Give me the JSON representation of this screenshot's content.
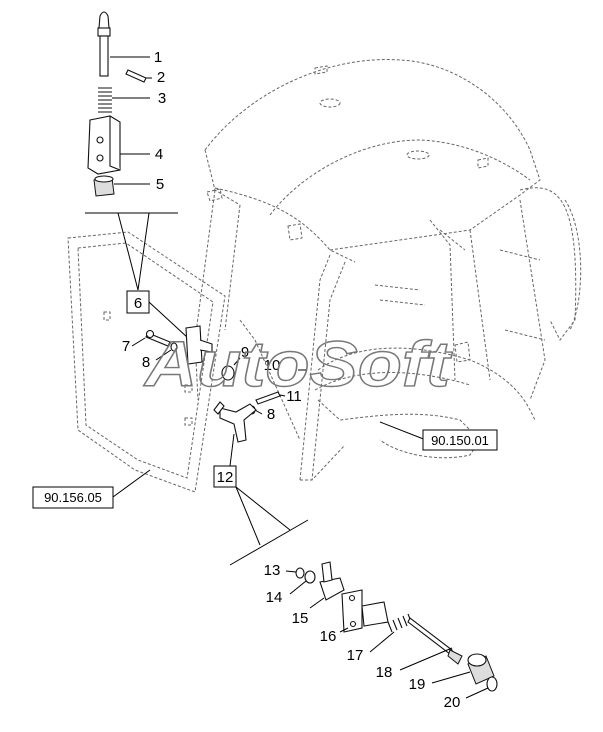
{
  "callouts": [
    {
      "id": "c1",
      "label": "1"
    },
    {
      "id": "c2",
      "label": "2"
    },
    {
      "id": "c3",
      "label": "3"
    },
    {
      "id": "c4",
      "label": "4"
    },
    {
      "id": "c5",
      "label": "5"
    },
    {
      "id": "c6",
      "label": "6"
    },
    {
      "id": "c7",
      "label": "7"
    },
    {
      "id": "c8a",
      "label": "8"
    },
    {
      "id": "c8b",
      "label": "8"
    },
    {
      "id": "c9",
      "label": "9"
    },
    {
      "id": "c10",
      "label": "10"
    },
    {
      "id": "c11",
      "label": "11"
    },
    {
      "id": "c12",
      "label": "12"
    },
    {
      "id": "c13",
      "label": "13"
    },
    {
      "id": "c14",
      "label": "14"
    },
    {
      "id": "c15",
      "label": "15"
    },
    {
      "id": "c16",
      "label": "16"
    },
    {
      "id": "c17",
      "label": "17"
    },
    {
      "id": "c18",
      "label": "18"
    },
    {
      "id": "c19",
      "label": "19"
    },
    {
      "id": "c20",
      "label": "20"
    }
  ],
  "references": {
    "ref_cab": "90.150.01",
    "ref_door": "90.156.05"
  },
  "watermark": "AutoSoft"
}
